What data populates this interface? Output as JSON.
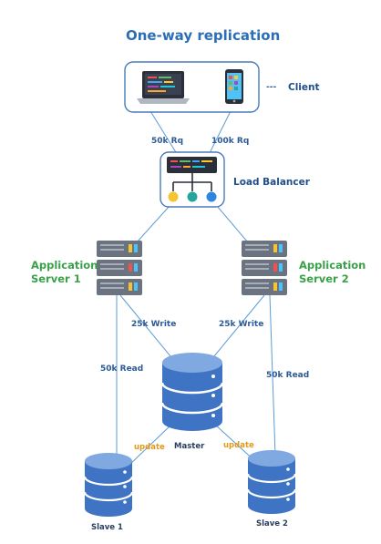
{
  "title": "One-way replication",
  "client": {
    "label": "Client",
    "dashes": "---",
    "left_rate": "50k Rq",
    "right_rate": "100k Rq"
  },
  "load_balancer": {
    "label": "Load Balancer"
  },
  "app_server_1": {
    "line1": "Application",
    "line2": "Server 1",
    "write": "25k Write",
    "read": "50k Read"
  },
  "app_server_2": {
    "line1": "Application",
    "line2": "Server 2",
    "write": "25k Write",
    "read": "50k Read"
  },
  "master": {
    "label": "Master"
  },
  "slave_1": {
    "label": "Slave 1",
    "update": "update"
  },
  "slave_2": {
    "label": "Slave 2",
    "update": "update"
  },
  "colors": {
    "title": "#2c6fb6",
    "line": "#4a8fd0",
    "green_label": "#3aa04a",
    "orange_label": "#e39a1c",
    "db_blue": "#3f73c4",
    "server_gray": "#6b7380"
  }
}
